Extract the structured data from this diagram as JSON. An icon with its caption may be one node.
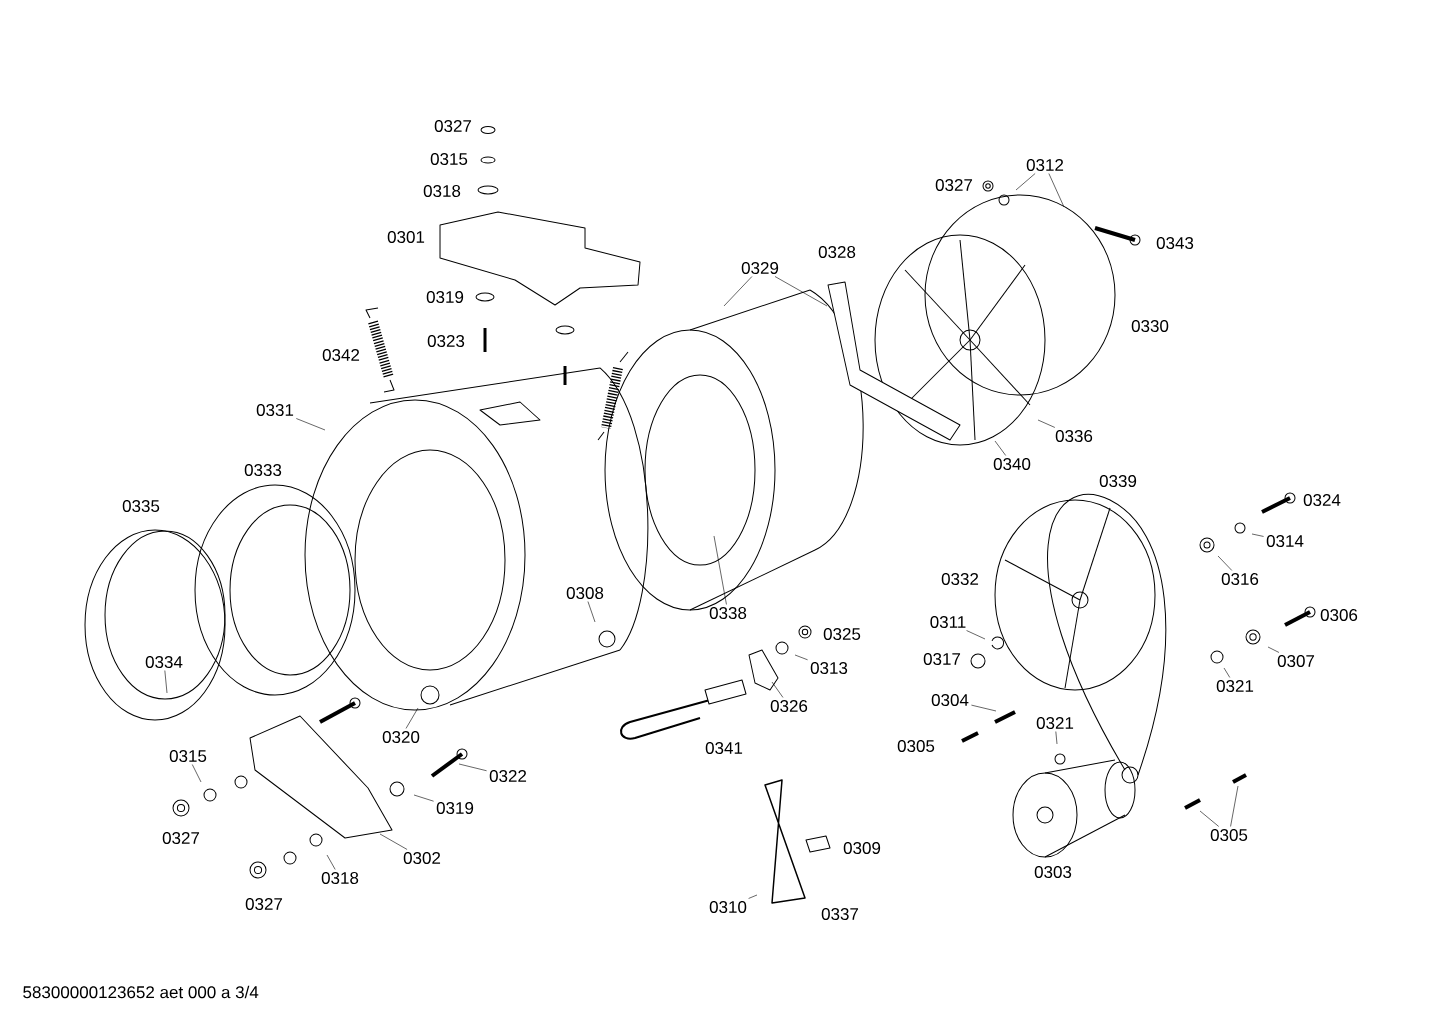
{
  "diagram": {
    "nodes": [
      {
        "text": [
          "0312"
        ]
      },
      {
        "text": [
          "0329"
        ]
      },
      {
        "text": [
          "0331"
        ]
      },
      {
        "text": [
          "0336"
        ]
      },
      {
        "text": [
          "0340"
        ]
      },
      {
        "text": [
          "0314"
        ]
      },
      {
        "text": [
          "0316"
        ]
      },
      {
        "text": [
          "0308"
        ]
      },
      {
        "text": [
          "0338"
        ]
      },
      {
        "text": [
          "0311"
        ]
      },
      {
        "text": [
          "0334"
        ]
      },
      {
        "text": [
          "0313"
        ]
      },
      {
        "text": [
          "0307"
        ]
      },
      {
        "text": [
          "0321"
        ]
      },
      {
        "text": [
          "0304"
        ]
      },
      {
        "text": [
          "0326"
        ]
      },
      {
        "text": [
          "0321"
        ]
      },
      {
        "text": [
          "0320"
        ]
      },
      {
        "text": [
          "0315"
        ]
      },
      {
        "text": [
          "0322"
        ]
      },
      {
        "text": [
          "0319"
        ]
      },
      {
        "text": [
          "0305"
        ]
      },
      {
        "text": [
          "0302"
        ]
      },
      {
        "text": [
          "0318"
        ]
      },
      {
        "text": [
          "0310"
        ]
      }
    ],
    "edges": [
      {
        "from": 0,
        "to": null,
        "arrow": "none"
      },
      {
        "from": 0,
        "to": null,
        "arrow": "none"
      },
      {
        "from": 1,
        "to": null,
        "arrow": "none"
      },
      {
        "from": 1,
        "to": null,
        "arrow": "none"
      },
      {
        "from": 2,
        "to": null,
        "arrow": "none"
      },
      {
        "from": 3,
        "to": null,
        "arrow": "none"
      },
      {
        "from": 4,
        "to": null,
        "arrow": "none"
      },
      {
        "from": 5,
        "to": null,
        "arrow": "none"
      },
      {
        "from": 6,
        "to": null,
        "arrow": "none"
      },
      {
        "from": 7,
        "to": null,
        "arrow": "none"
      },
      {
        "from": 8,
        "to": null,
        "arrow": "none"
      },
      {
        "from": 9,
        "to": null,
        "arrow": "none"
      },
      {
        "from": 10,
        "to": null,
        "arrow": "none"
      },
      {
        "from": 11,
        "to": null,
        "arrow": "none"
      },
      {
        "from": 12,
        "to": null,
        "arrow": "none"
      },
      {
        "from": 13,
        "to": null,
        "arrow": "none"
      },
      {
        "from": 14,
        "to": null,
        "arrow": "none"
      },
      {
        "from": 15,
        "to": null,
        "arrow": "none"
      },
      {
        "from": 16,
        "to": null,
        "arrow": "none"
      },
      {
        "from": 17,
        "to": null,
        "arrow": "none"
      },
      {
        "from": 18,
        "to": null,
        "arrow": "none"
      },
      {
        "from": 19,
        "to": null,
        "arrow": "none"
      },
      {
        "from": 20,
        "to": null,
        "arrow": "none"
      },
      {
        "from": 21,
        "to": null,
        "arrow": "none"
      },
      {
        "from": 21,
        "to": null,
        "arrow": "none"
      },
      {
        "from": 22,
        "to": null,
        "arrow": "none"
      },
      {
        "from": 23,
        "to": null,
        "arrow": "none"
      },
      {
        "from": 24,
        "to": null,
        "arrow": "none"
      }
    ],
    "labels": [
      "0327",
      "0315",
      "0327",
      "0318",
      "0301",
      "0343",
      "0328",
      "0319",
      "0330",
      "0323",
      "0342",
      "0333",
      "0339",
      "0324",
      "0335",
      "0332",
      "0306",
      "0325",
      "0317",
      "0305",
      "0341",
      "0327",
      "0309",
      "0303",
      "0327",
      "0337",
      "58300000123652 aet 000 a 3/4"
    ]
  }
}
